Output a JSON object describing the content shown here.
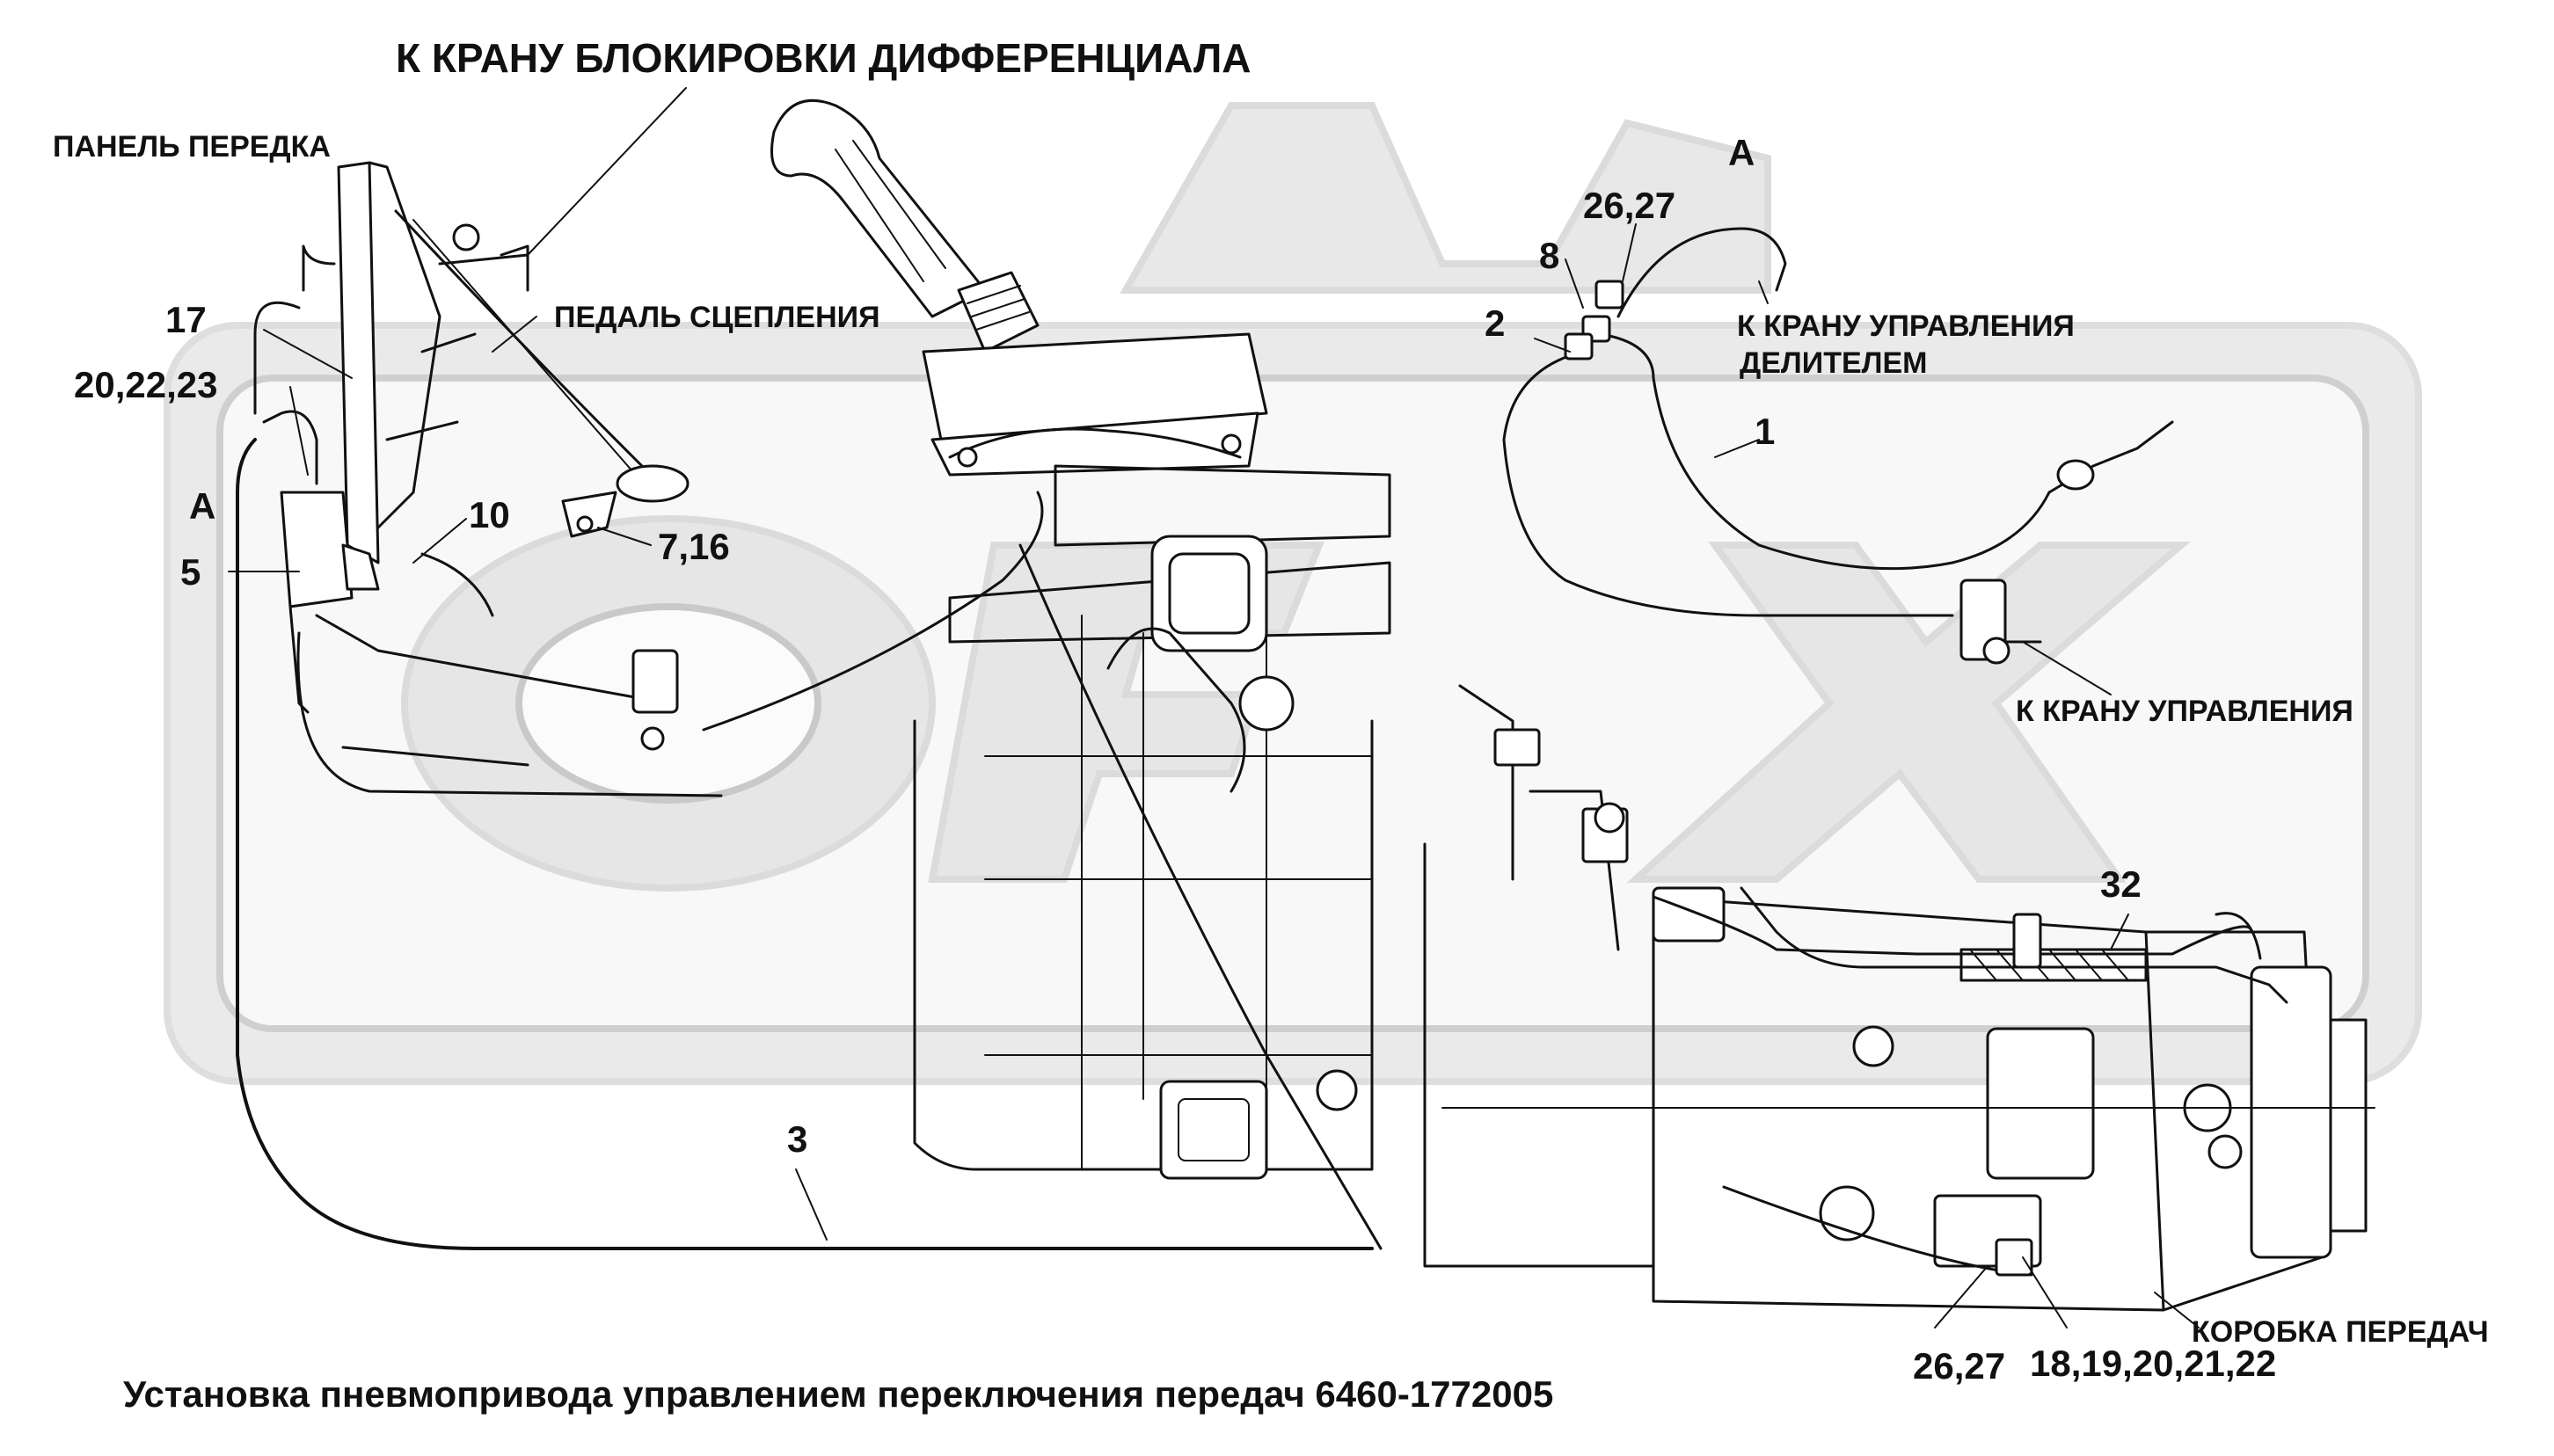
{
  "labels": {
    "diff_lock": "К КРАНУ БЛОКИРОВКИ ДИФФЕРЕНЦИАЛА",
    "front_panel": "ПАНЕЛЬ ПЕРЕДКА",
    "clutch_pedal": "ПЕДАЛЬ СЦЕПЛЕНИЯ",
    "view_a_top": "А",
    "view_a_left": "А",
    "divider_valve_1": "К КРАНУ УПРАВЛЕНИЯ",
    "divider_valve_2": "ДЕЛИТЕЛЕМ",
    "control_valve": "К КРАНУ УПРАВЛЕНИЯ",
    "gearbox": "КОРОБКА ПЕРЕДАЧ"
  },
  "callouts": {
    "c17": "17",
    "c20_22_23": "20,22,23",
    "c5": "5",
    "c10": "10",
    "c7_16": "7,16",
    "c26_27_top": "26,27",
    "c8": "8",
    "c2": "2",
    "c1": "1",
    "c32": "32",
    "c3": "3",
    "c26_27_bottom": "26,27",
    "c18_22": "18,19,20,21,22"
  },
  "caption": "Установка пневмопривода управлением переключения передач 6460-1772005",
  "colors": {
    "ink": "#111111",
    "watermark_fill": "#d9d9d9",
    "watermark_stroke": "#c4c4c4",
    "background": "#ffffff"
  }
}
